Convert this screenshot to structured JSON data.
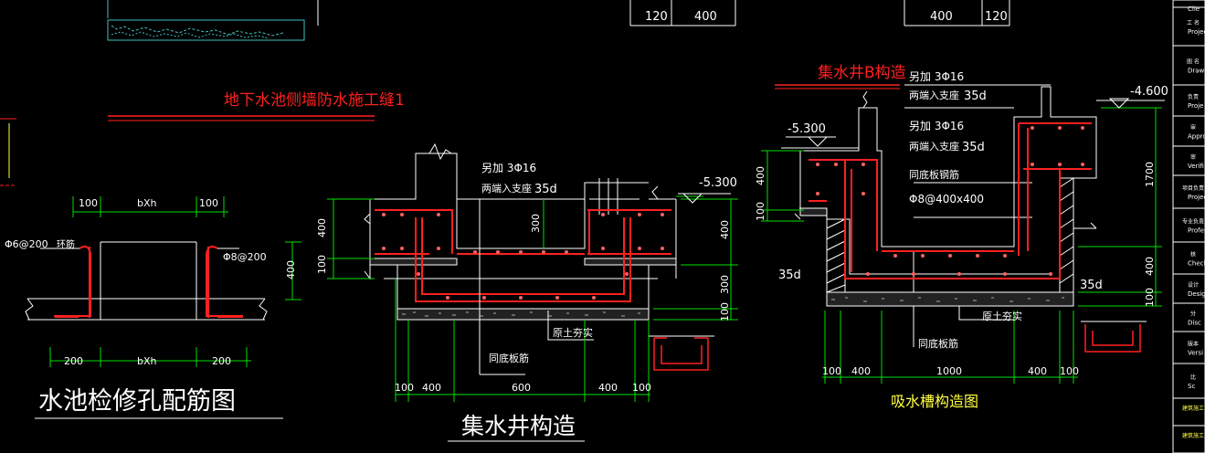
{
  "colors": {
    "background": "#000000",
    "line": "#ffffff",
    "rebar": "#ff2020",
    "dimension": "#00e000",
    "title_red": "#ff2020",
    "title_yellow": "#ffff40",
    "rebar_dot": "#ff6060"
  },
  "top_dims": {
    "left": [
      "120",
      "400"
    ],
    "right": [
      "400",
      "120"
    ]
  },
  "detail_title": "地下水池侧墙防水施工缝1",
  "hole": {
    "title": "水池检修孔配筋图",
    "dims_top": [
      "100",
      "bXh",
      "100"
    ],
    "dims_bottom": [
      "200",
      "bXh",
      "200"
    ],
    "rebar_left": "Φ6@200",
    "tie": "环筋",
    "rebar_right": "Φ8@200",
    "side_dim": "400"
  },
  "well": {
    "title": "集水井构造",
    "note1": "另加  3Φ16",
    "note2": "两端入支座",
    "note2_val": "35d",
    "elev": "-5.300",
    "dims_left": [
      "400",
      "100"
    ],
    "dim_mid": "300",
    "dims_right": [
      "400",
      "300",
      "100"
    ],
    "dims_bottom": [
      "100",
      "400",
      "600",
      "400",
      "100"
    ],
    "label_soil": "原土夯实",
    "label_bar": "同底板筋"
  },
  "trough": {
    "title_top": "集水井B构造",
    "title_bottom": "吸水槽构造图",
    "note1": "另加  3Φ16",
    "note2": "两端入支座",
    "note2_val": "35d",
    "note3": "另加  3Φ16",
    "note4": "两端入支座",
    "note4_val": "35d",
    "note5": "同底板钢筋",
    "note6": "Φ8@400x400",
    "elev_left": "-5.300",
    "elev_right": "-4.600",
    "dims_left": [
      "400",
      "100"
    ],
    "dims_right": [
      "1700",
      "400",
      "100"
    ],
    "anchor_left": "35d",
    "anchor_right": "35d",
    "label_soil": "原土夯实",
    "label_bar": "同底板筋",
    "dims_bottom": [
      "100",
      "400",
      "1000",
      "400",
      "100"
    ]
  },
  "title_block": {
    "rows": [
      {
        "cn": "",
        "en": "Clie"
      },
      {
        "cn": "工\n名",
        "en": "Projec"
      },
      {
        "cn": "图\n名",
        "en": "Drawing"
      },
      {
        "cn": "负责",
        "en": "Proje"
      },
      {
        "cn": "审",
        "en": "Approv"
      },
      {
        "cn": "审",
        "en": "Verifi"
      },
      {
        "cn": "项目负责",
        "en": "Project"
      },
      {
        "cn": "专业负责",
        "en": "Profess"
      },
      {
        "cn": "核",
        "en": "Check"
      },
      {
        "cn": "设计",
        "en": "Desig"
      },
      {
        "cn": "分",
        "en": "Disc"
      },
      {
        "cn": "版本",
        "en": "Versi"
      },
      {
        "cn": "比",
        "en": "Sc"
      },
      {
        "cn": "建筑施工",
        "en": ""
      },
      {
        "cn": "建筑施工",
        "en": ""
      }
    ]
  }
}
